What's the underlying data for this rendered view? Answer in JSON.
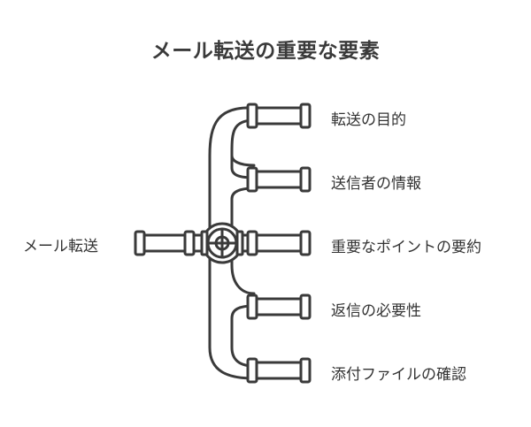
{
  "title": "メール転送の重要な要素",
  "root": {
    "label": "メール転送"
  },
  "branches": [
    {
      "label": "転送の目的"
    },
    {
      "label": "送信者の情報"
    },
    {
      "label": "重要なポイントの要約"
    },
    {
      "label": "返信の必要性"
    },
    {
      "label": "添付ファイルの確認"
    }
  ],
  "colors": {
    "stroke": "#3a3a3a",
    "fill": "#ffffff",
    "text": "#333333"
  }
}
